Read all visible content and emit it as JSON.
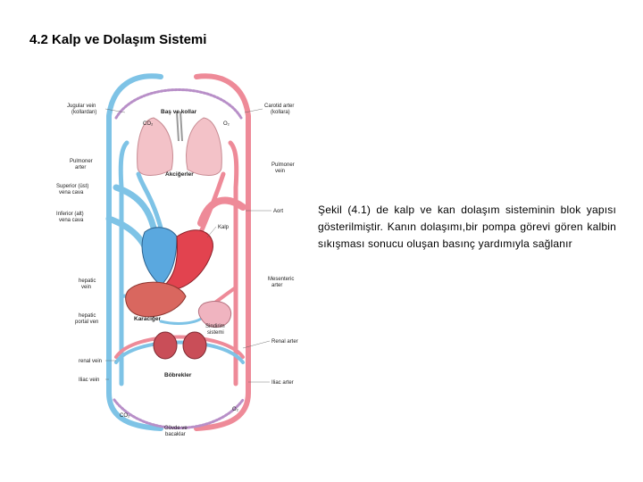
{
  "page": {
    "title": "4.2 Kalp ve Dolaşım Sistemi",
    "caption": "Şekil (4.1) de kalp ve kan dolaşım sisteminin blok yapısı gösterilmiştir. Kanın dolaşımı,bir pompa görevi gören kalbin sıkışması sonucu oluşan basınç yardımıyla sağlanır"
  },
  "figure": {
    "labels": {
      "jugular": [
        "Jugular vein",
        "(kollardan)"
      ],
      "bas_vekollar": "Baş ve kollar",
      "carotid": [
        "Carotid arter",
        "(kollara)"
      ],
      "pulmoner_arter": [
        "Pulmoner",
        "arter"
      ],
      "akcigerler": "Akciğerler",
      "pulmoner_vein": [
        "Pulmoner",
        "vein"
      ],
      "superior": [
        "Superior (üst)",
        "vena cava"
      ],
      "aort": "Aort",
      "inferior": [
        "Inferior (alt)",
        "vena cava"
      ],
      "kalp": "Kalp",
      "hepatic_vein": [
        "hepatic",
        "vein"
      ],
      "mesenteric": [
        "Mesenteric",
        "arter"
      ],
      "karaciger": "Karaciğer",
      "hepatic_portal": [
        "hepatic",
        "portal ven"
      ],
      "sindirim": [
        "Sindirim",
        "sistemi"
      ],
      "renal_arter": "Renal arter",
      "renal_vein": "renal vein",
      "bobrekler": "Böbrekler",
      "iliac_vein": "Iliac vein",
      "iliac_arter": "Iliac arter",
      "co2_top": "CO₂",
      "o2_top": "O₂",
      "co2_bottom": "CO₂",
      "o2_bottom": "O₂",
      "govde": [
        "Gövde ve",
        "bacaklar"
      ]
    },
    "colors": {
      "vein": "#7ec3e6",
      "artery": "#ee8a98",
      "lung": "#f3c2c8",
      "heart_left": "#e2434f",
      "heart_right": "#5aa8df",
      "liver": "#d9675f",
      "kidney": "#c94e58"
    }
  }
}
